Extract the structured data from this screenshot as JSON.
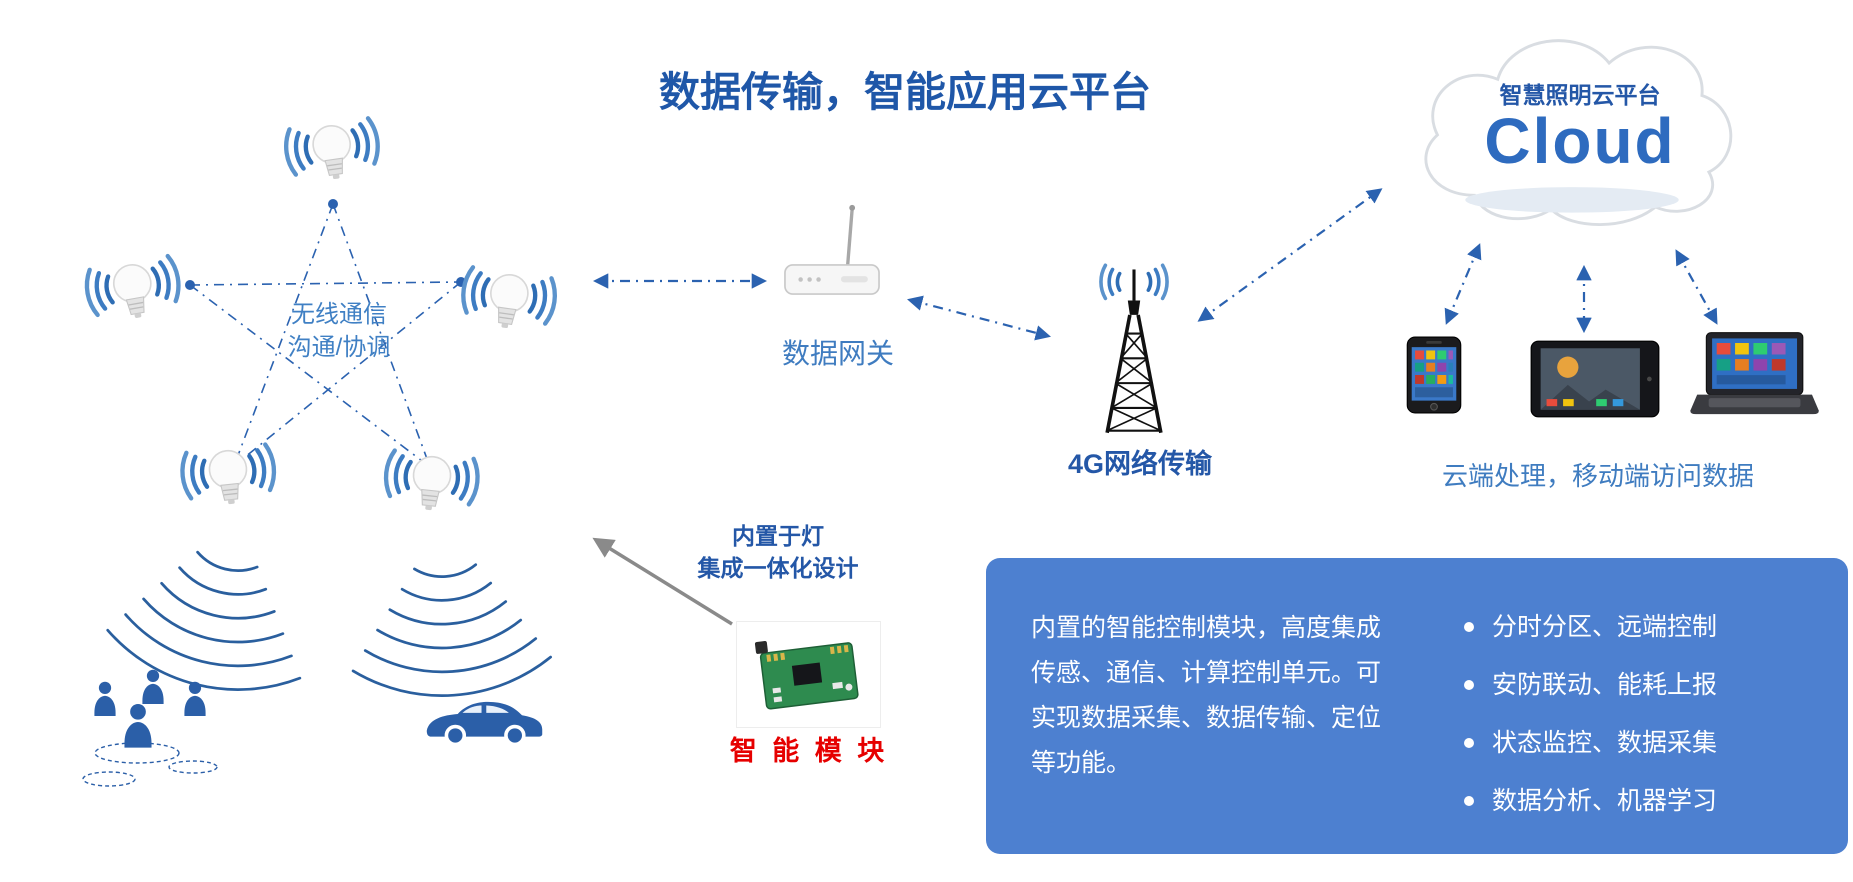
{
  "title": "数据传输，智能应用云平台",
  "mesh": {
    "label_line1": "无线通信",
    "label_line2": "沟通/协调"
  },
  "gateway": {
    "label": "数据网关"
  },
  "tower": {
    "label": "4G网络传输"
  },
  "cloud": {
    "title": "智慧照明云平台",
    "name": "Cloud"
  },
  "devices": {
    "caption": "云端处理，移动端访问数据"
  },
  "module": {
    "caption_line1": "内置于灯",
    "caption_line2": "集成一体化设计",
    "label": "智 能 模 块"
  },
  "infobox": {
    "description": "内置的智能控制模块，高度集成传感、通信、计算控制单元。可实现数据采集、数据传输、定位等功能。",
    "bullets": [
      "分时分区、远端控制",
      "安防联动、能耗上报",
      "状态监控、数据采集",
      "数据分析、机器学习"
    ]
  },
  "colors": {
    "primary": "#2457a7",
    "accent": "#3f7cc0",
    "panel": "#4d80d0",
    "red": "#e60000",
    "arrow": "#2b62b0"
  }
}
